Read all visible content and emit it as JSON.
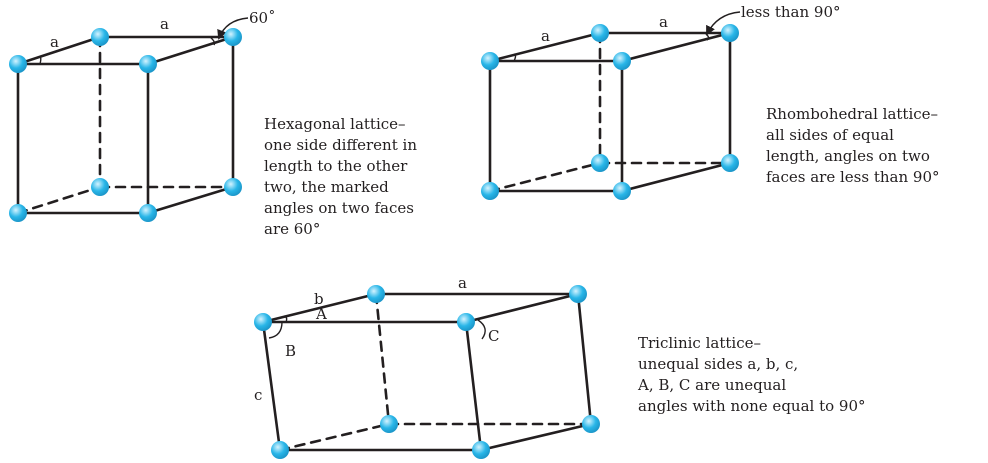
{
  "colors": {
    "atom": "#29b6e8",
    "atom_highlight": "#d4f3ff",
    "line": "#231f20"
  },
  "lattices": [
    {
      "id": "hexagonal",
      "edge_labels": [
        "a",
        "a"
      ],
      "angle_callout": "60˚",
      "caption_lines": [
        "Hexagonal lattice–",
        "one side different in",
        "length to the other",
        "two, the marked",
        "angles on two faces",
        "are 60°"
      ]
    },
    {
      "id": "rhombohedral",
      "edge_labels": [
        "a",
        "a"
      ],
      "angle_callout": "less than 90°",
      "caption_lines": [
        "Rhombohedral lattice–",
        "all sides of equal",
        "length, angles on two",
        "faces are less than 90°"
      ]
    },
    {
      "id": "triclinic",
      "edge_labels": [
        "a",
        "b",
        "c"
      ],
      "angle_labels": [
        "A",
        "B",
        "C"
      ],
      "caption_lines": [
        "Triclinic lattice–",
        "unequal sides a, b, c,",
        "A, B, C are unequal",
        "angles with none equal to 90°"
      ]
    }
  ]
}
